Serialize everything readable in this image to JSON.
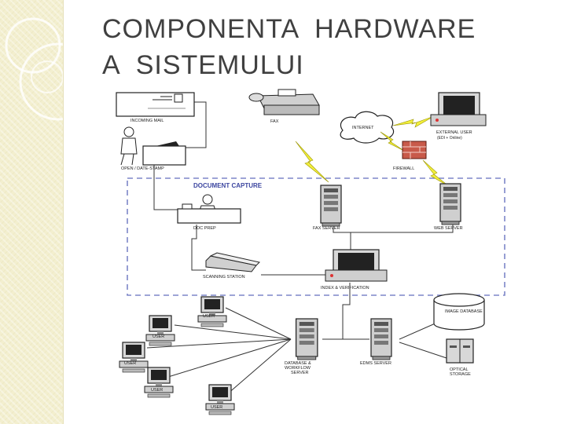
{
  "title": {
    "line1": "COMPONENTA  HARDWARE",
    "line2": "A  SISTEMULUI"
  },
  "section": {
    "document_capture": "DOCUMENT CAPTURE"
  },
  "labels": {
    "incoming_mail": "INCOMING MAIL",
    "open_date_stamp": "OPEN / DATE-STAMP",
    "fax": "FAX",
    "internet": "INTERNET",
    "external_user": "EXTERNAL USER",
    "external_user_sub": "(EDI + Online)",
    "firewall": "FIREWALL",
    "doc_prep": "DOC PREP",
    "fax_server": "FAX SERVER",
    "web_server": "WEB SERVER",
    "scanning_station": "SCANNING STATION",
    "index_verification": "INDEX & VERIFICATION",
    "image_database": "IMAGE DATABASE",
    "database_server_1": "DATABASE &",
    "database_server_2": "WORKFLOW",
    "database_server_3": "SERVER",
    "edms_server": "EDMS SERVER",
    "optical_storage_1": "OPTICAL",
    "optical_storage_2": "STORAGE",
    "user": "USER"
  },
  "colors": {
    "dashed_border": "#7d86c8",
    "section_label": "#3c46a0",
    "lightning": "#f2ef3c",
    "firewall_brick": "#c85a4a"
  }
}
